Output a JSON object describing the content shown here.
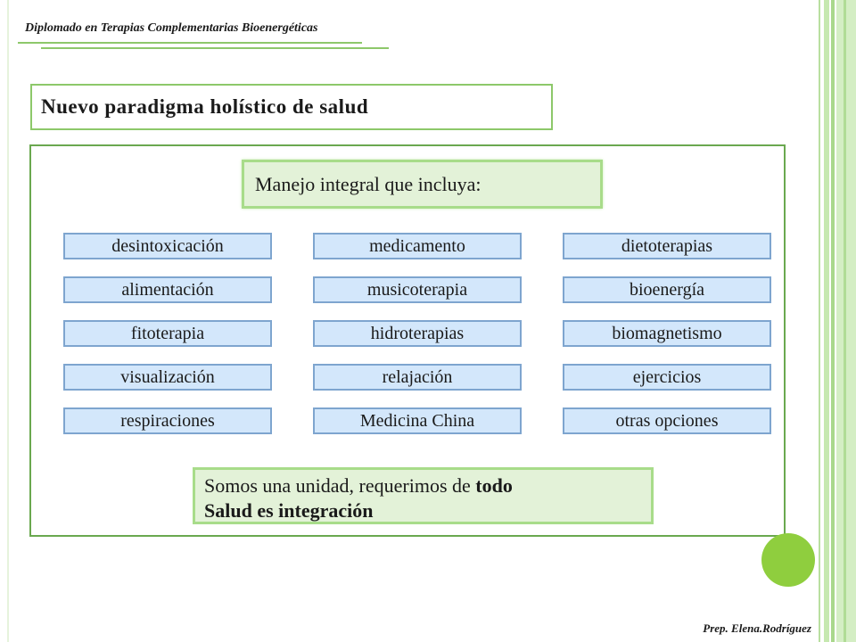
{
  "header": {
    "title": "Diplomado en Terapias Complementarias Bioenergéticas"
  },
  "slide": {
    "title": "Nuevo paradigma holístico de salud",
    "intro": "Manejo integral que incluya:",
    "therapies": [
      [
        "desintoxicación",
        "medicamento",
        "dietoterapias"
      ],
      [
        "alimentación",
        "musicoterapia",
        "bioenergía"
      ],
      [
        "fitoterapia",
        "hidroterapias",
        "biomagnetismo"
      ],
      [
        "visualización",
        "relajación",
        "ejercicios"
      ],
      [
        "respiraciones",
        "Medicina China",
        "otras opciones"
      ]
    ],
    "summary": {
      "line1_prefix": "Somos una unidad, requerimos de ",
      "line1_bold": "todo",
      "line2": "Salud es integración"
    }
  },
  "footer": {
    "author": "Prep. Elena.Rodríguez"
  },
  "colors": {
    "accent_green": "#8dc86a",
    "pill_fill": "#d3e7fb",
    "pill_border": "#7ea5cf",
    "box_fill": "#e3f2d8",
    "dot": "#8fce3e"
  }
}
